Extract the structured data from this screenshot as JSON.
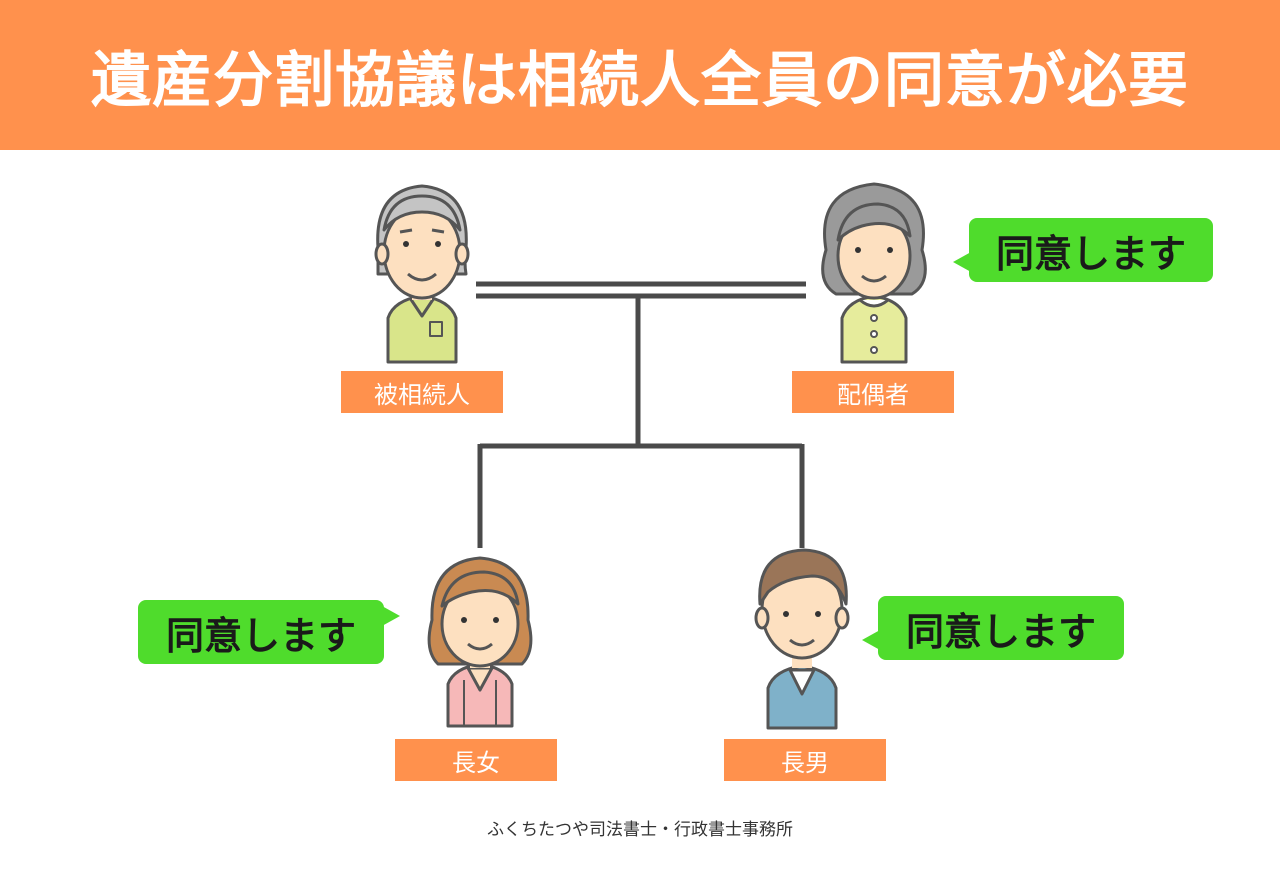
{
  "title": "遺産分割協議は相続人全員の同意が必要",
  "people": {
    "deceased": {
      "label": "被相続人"
    },
    "spouse": {
      "label": "配偶者",
      "speech": "同意します"
    },
    "daughter": {
      "label": "長女",
      "speech": "同意します"
    },
    "son": {
      "label": "長男",
      "speech": "同意します"
    }
  },
  "footer": "ふくちたつや司法書士・行政書士事務所",
  "colors": {
    "header": "#ff914d",
    "label_bg": "#ff914d",
    "speech_bg": "#4fdc2c",
    "line": "#4a4a4a"
  },
  "icons": [
    "elderly-man-icon",
    "elderly-woman-icon",
    "woman-icon",
    "man-icon"
  ]
}
